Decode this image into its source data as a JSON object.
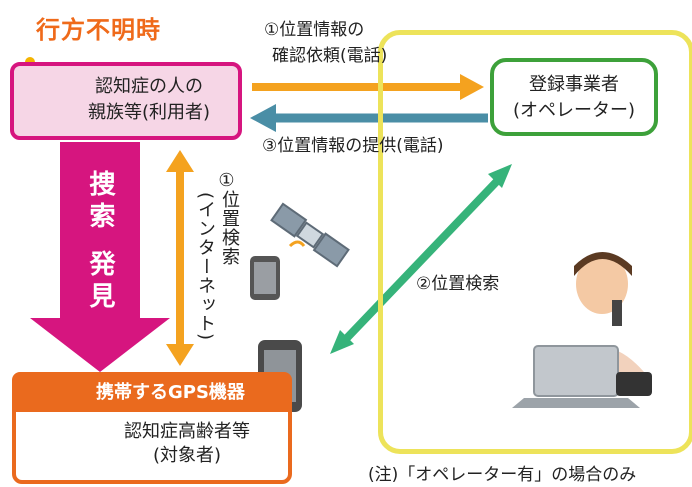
{
  "title": "行方不明時",
  "user_box": {
    "line1": "認知症の人の",
    "line2": "親族等(利用者)"
  },
  "operator_box": {
    "line1": "登録事業者",
    "line2": "(オペレーター)"
  },
  "target_box": {
    "gps_label": "携帯するGPS機器",
    "line1": "認知症高齢者等",
    "line2": "(対象者)"
  },
  "arrow_labels": {
    "request_line1": "①位置情報の",
    "request_line2": "確認依頼(電話)",
    "provide": "③位置情報の提供(電話)",
    "search_op": "②位置検索",
    "search_internet_num": "①",
    "search_internet_word": "位置検索",
    "search_internet_sub": "(インターネット)",
    "find1": "捜索",
    "find2": "発見"
  },
  "note": "(注)「オペレーター有」の場合のみ",
  "colors": {
    "title": "#ef6a1a",
    "magenta": "#d6157f",
    "orange": "#f4a21f",
    "teal": "#4a8ea6",
    "green": "#36b37a",
    "yellow": "#ede35a",
    "target": "#ea6a1e"
  }
}
